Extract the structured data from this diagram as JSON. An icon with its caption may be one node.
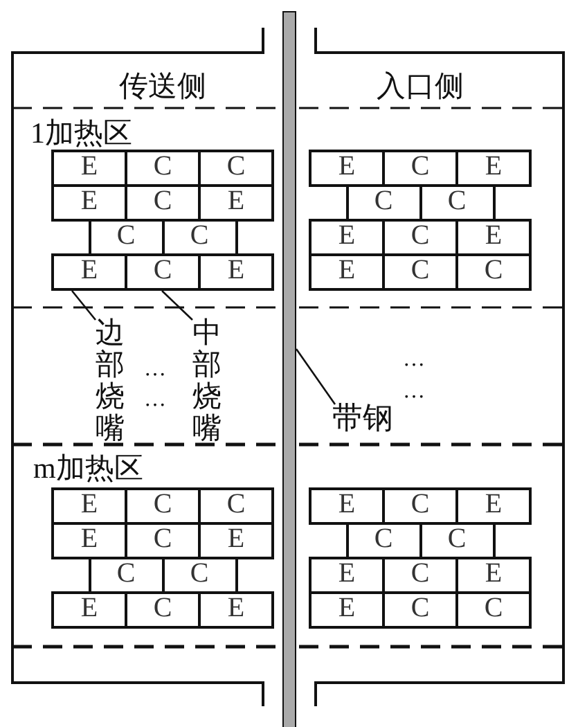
{
  "diagram": {
    "nodes": [
      {
        "text": [
          "E"
        ]
      },
      {
        "text": [
          "C"
        ]
      },
      {
        "text": [
          "C"
        ]
      },
      {
        "text": [
          "E"
        ]
      },
      {
        "text": [
          "C"
        ]
      },
      {
        "text": [
          "E"
        ]
      },
      {
        "text": [
          "C"
        ]
      },
      {
        "text": [
          "C"
        ]
      },
      {
        "text": [
          "E"
        ]
      },
      {
        "text": [
          "C"
        ]
      },
      {
        "text": [
          "E"
        ]
      },
      {
        "text": [
          "E"
        ]
      },
      {
        "text": [
          "C"
        ]
      },
      {
        "text": [
          "E"
        ]
      },
      {
        "text": [
          "C"
        ]
      },
      {
        "text": [
          "C"
        ]
      },
      {
        "text": [
          "E"
        ]
      },
      {
        "text": [
          "C"
        ]
      },
      {
        "text": [
          "E"
        ]
      },
      {
        "text": [
          "E"
        ]
      },
      {
        "text": [
          "C"
        ]
      },
      {
        "text": [
          "C"
        ]
      },
      {
        "text": [
          "边部烧嘴"
        ]
      },
      {
        "text": [
          "中部烧嘴"
        ]
      },
      {
        "text": [
          "带钢"
        ]
      },
      {
        "text": [],
        "shape": "bar"
      },
      {
        "text": [
          "E"
        ]
      },
      {
        "text": [
          "C"
        ]
      },
      {
        "text": [
          "C"
        ]
      },
      {
        "text": [
          "E"
        ]
      },
      {
        "text": [
          "C"
        ]
      },
      {
        "text": [
          "E"
        ]
      },
      {
        "text": [
          "C"
        ]
      },
      {
        "text": [
          "C"
        ]
      },
      {
        "text": [
          "E"
        ]
      },
      {
        "text": [
          "C"
        ]
      },
      {
        "text": [
          "E"
        ]
      },
      {
        "text": [
          "E"
        ]
      },
      {
        "text": [
          "C"
        ]
      },
      {
        "text": [
          "E"
        ]
      },
      {
        "text": [
          "C"
        ]
      },
      {
        "text": [
          "C"
        ]
      },
      {
        "text": [
          "E"
        ]
      },
      {
        "text": [
          "C"
        ]
      },
      {
        "text": [
          "E"
        ]
      },
      {
        "text": [
          "E"
        ]
      },
      {
        "text": [
          "C"
        ]
      },
      {
        "text": [
          "C"
        ]
      }
    ],
    "edges": [
      {
        "from": 22,
        "to": 8,
        "arrow": "none"
      },
      {
        "from": 23,
        "to": 9,
        "arrow": "none"
      },
      {
        "from": 24,
        "to": 25,
        "arrow": "none"
      }
    ],
    "labels": [
      "传送侧",
      "入口侧",
      "1加热区",
      "…",
      "…",
      "…",
      "…",
      "m加热区"
    ]
  }
}
